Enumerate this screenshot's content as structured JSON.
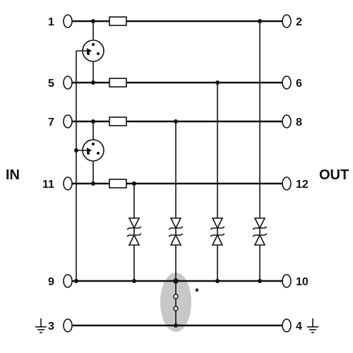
{
  "diagram": {
    "side_labels": {
      "input": "IN",
      "output": "OUT"
    },
    "left_pins": [
      "1",
      "5",
      "7",
      "11",
      "9",
      "3"
    ],
    "right_pins": [
      "2",
      "6",
      "8",
      "12",
      "10",
      "4"
    ],
    "asterisk": "*",
    "colors": {
      "line": "#111111",
      "highlight": "#c8c8c8",
      "background": "#ffffff"
    }
  }
}
